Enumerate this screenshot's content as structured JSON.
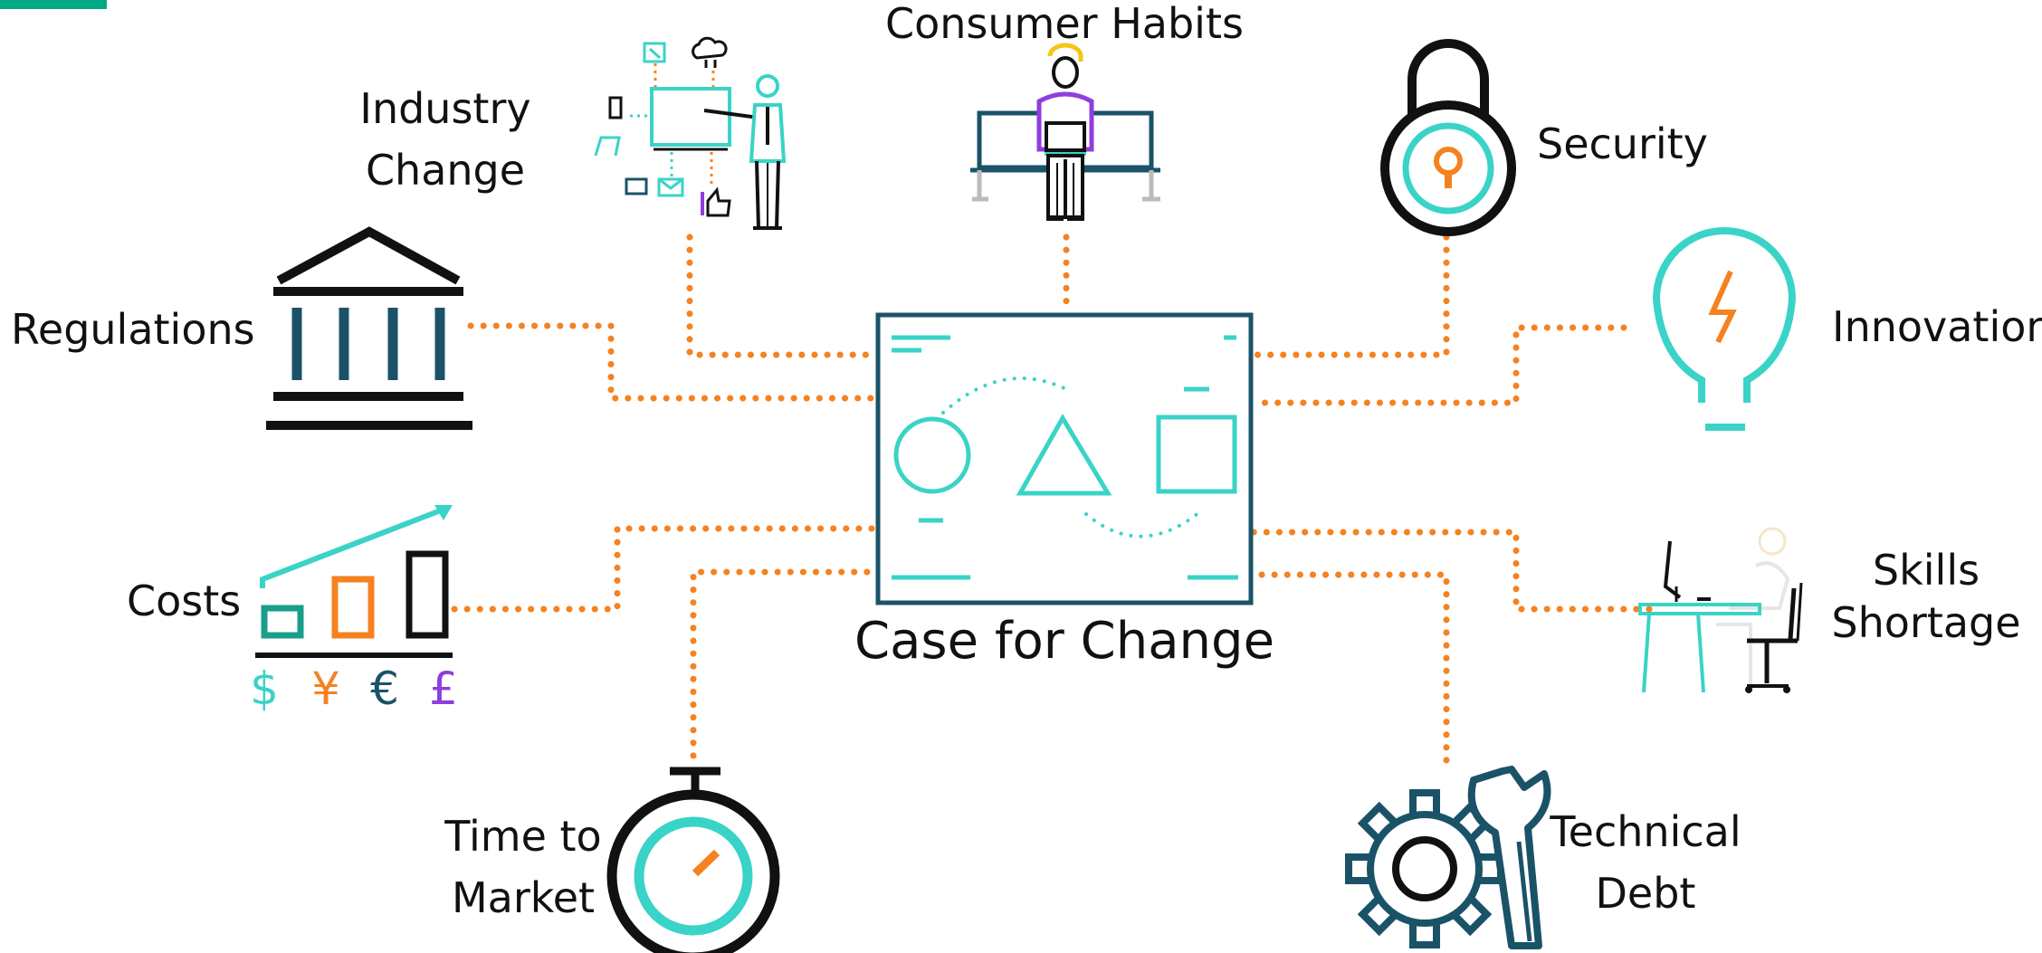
{
  "colors": {
    "accent_green": "#01a982",
    "teal": "#3ad3c7",
    "navy": "#1a5368",
    "orange": "#f58220",
    "purple": "#8f3dde",
    "black": "#111111"
  },
  "center": {
    "label": "Case for Change"
  },
  "nodes": {
    "consumer_habits": {
      "label": "Consumer Habits",
      "icon": "person-laptop-bench-icon"
    },
    "industry_change": {
      "line1": "Industry",
      "line2": "Change",
      "icon": "presenter-whiteboard-icon"
    },
    "security": {
      "label": "Security",
      "icon": "padlock-icon"
    },
    "regulations": {
      "label": "Regulations",
      "icon": "government-building-icon"
    },
    "innovation": {
      "label": "Innovation",
      "icon": "lightbulb-icon"
    },
    "costs": {
      "label": "Costs",
      "icon": "rising-bar-chart-icon",
      "currencies": [
        "$",
        "¥",
        "€",
        "£"
      ]
    },
    "skills_shortage": {
      "line1": "Skills",
      "line2": "Shortage",
      "icon": "empty-desk-icon"
    },
    "time_to_market": {
      "line1": "Time to",
      "line2": "Market",
      "icon": "stopwatch-icon"
    },
    "technical_debt": {
      "line1": "Technical",
      "line2": "Debt",
      "icon": "gear-wrench-icon"
    }
  }
}
